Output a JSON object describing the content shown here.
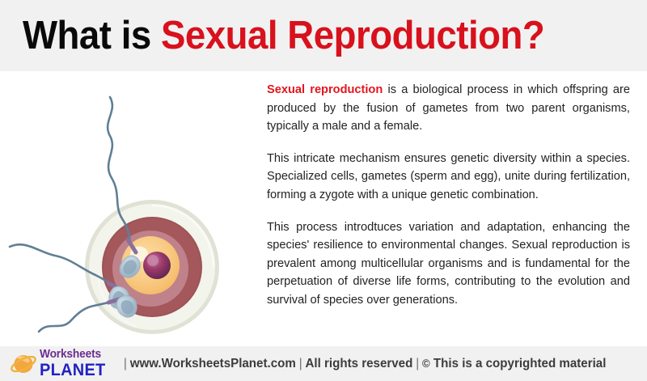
{
  "header": {
    "title_black": "What is ",
    "title_red": "Sexual Reproduction?"
  },
  "illustration": {
    "name": "fertilization-egg-and-sperm",
    "alt": "Illustration of three sperm cells approaching and penetrating a human egg cell",
    "colors": {
      "zona_outer": "#e3e5d8",
      "zona_inner": "#f5f5ef",
      "cortex_dark": "#9e5458",
      "cortex_mid": "#c08187",
      "cytoplasm": "#f7c274",
      "cytoplasm_light": "#fbd79a",
      "nucleus_dark": "#5e2850",
      "nucleus_mid": "#9b3a6a",
      "nucleus_light": "#c77aa0",
      "highlight": "#fdf6e0",
      "sperm_head": "#a8bccb",
      "sperm_head_inner": "#7f9bb0",
      "sperm_mid": "#8a6f9e",
      "sperm_tail": "#5f7f95"
    }
  },
  "content": {
    "paragraphs": [
      {
        "lead": "Sexual reproduction",
        "rest": " is a biological process in which offspring are produced by the fusion of gametes from two parent organisms, typically a male and a female."
      },
      {
        "lead": "",
        "rest": "This intricate mechanism ensures genetic diversity within a species. Specialized cells, gametes (sperm and egg), unite during fertilization, forming a zygote with a unique genetic combination."
      },
      {
        "lead": "",
        "rest": "This process introdtuces variation and adaptation, enhancing the species' resilience to environmental changes. Sexual reproduction is prevalent among multicellular organisms and is fundamental for the perpetuation of diverse life forms, contributing to the evolution and survival of species over generations."
      }
    ]
  },
  "footer": {
    "logo_top": "Worksheets",
    "logo_bottom": "PLANET",
    "sep1": "|",
    "website": "www.WorksheetsPlanet.com",
    "sep2": "|",
    "rights": "All rights reserved",
    "sep3": "|",
    "copyright_symbol": "©",
    "copyright_text": "This is a copyrighted material"
  },
  "theme": {
    "accent_red": "#d8111c",
    "header_bg": "#f1f1f1",
    "body_bg": "#ffffff",
    "text_color": "#222222",
    "logo_purple": "#6b2d8f",
    "logo_blue": "#2222c4",
    "logo_orange": "#f2994a"
  }
}
